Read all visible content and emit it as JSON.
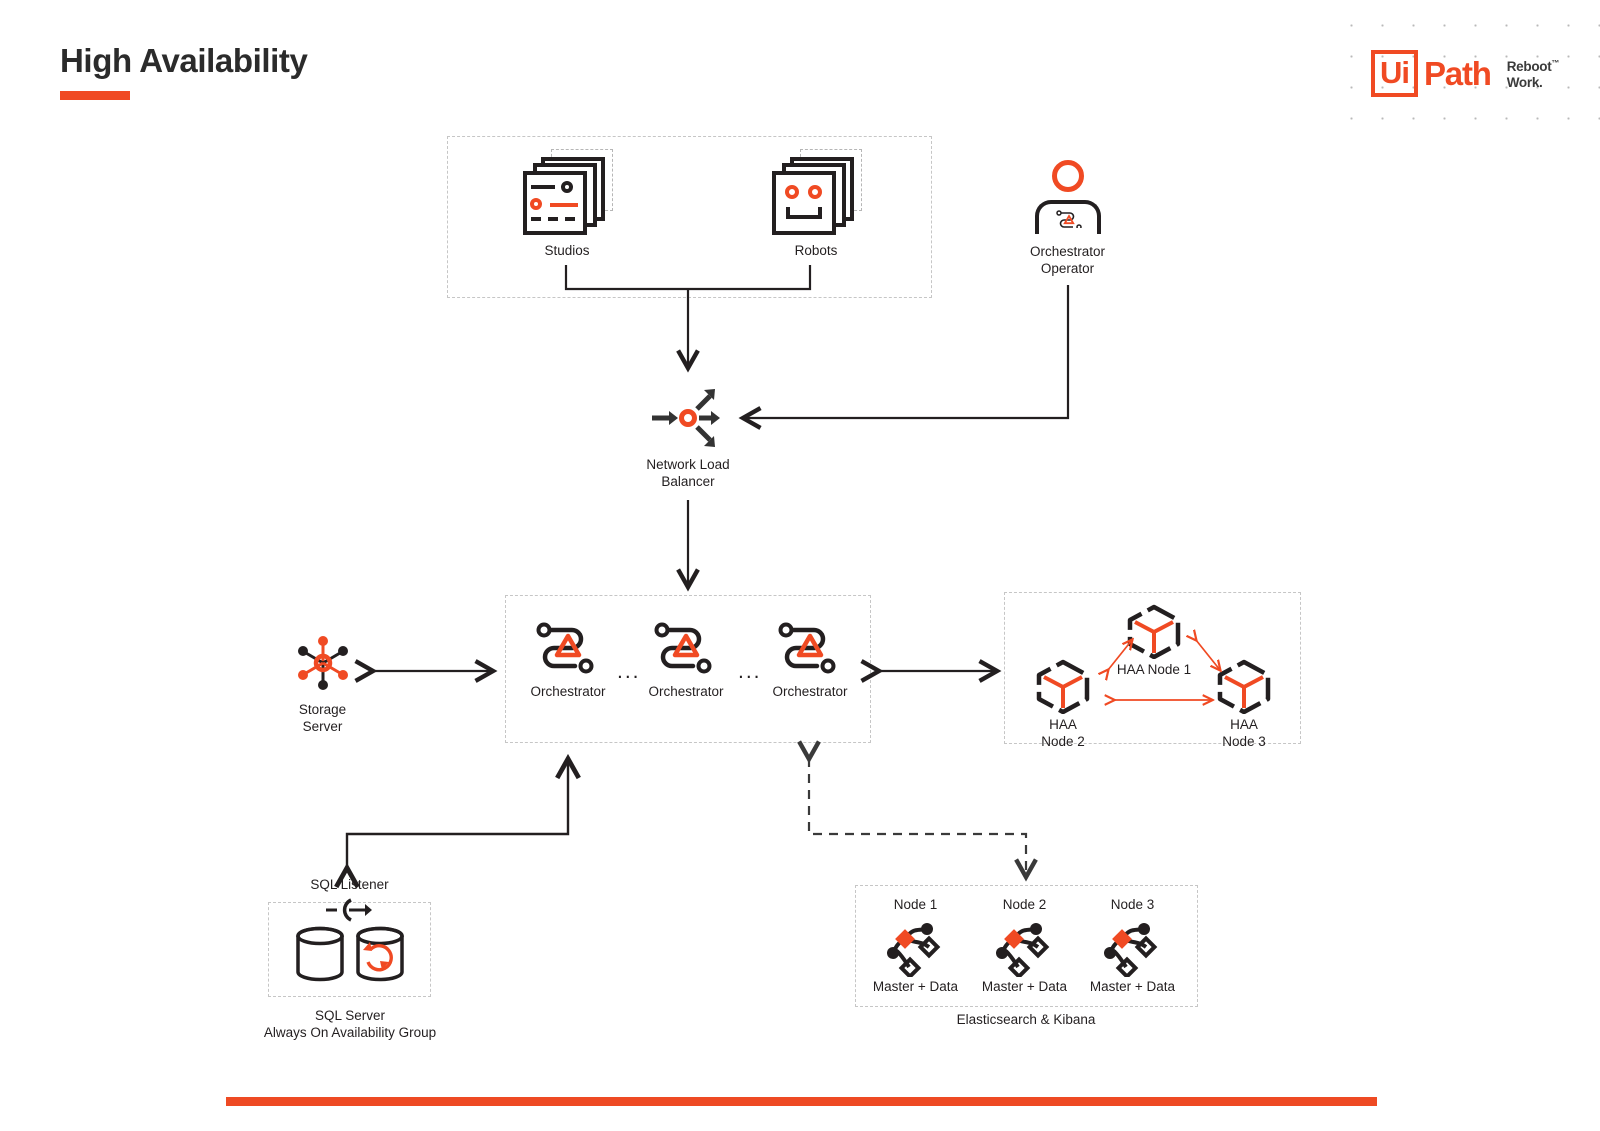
{
  "page": {
    "title": "High Availability",
    "accent_color": "#f04a23",
    "text_color": "#231f20",
    "background": "#ffffff"
  },
  "logo": {
    "mark": "Ui",
    "word": "Path",
    "tagline_line1": "Reboot",
    "tagline_line2": "Work.",
    "trademark": "™"
  },
  "diagram": {
    "type": "architecture-diagram",
    "clients_group": {
      "nodes": [
        {
          "id": "studios",
          "label": "Studios",
          "icon": "studios-stack-icon"
        },
        {
          "id": "robots",
          "label": "Robots",
          "icon": "robots-stack-icon"
        }
      ]
    },
    "operator": {
      "label_line1": "Orchestrator",
      "label_line2": "Operator",
      "icon": "orchestrator-operator-icon"
    },
    "load_balancer": {
      "label_line1": "Network Load",
      "label_line2": "Balancer",
      "icon": "network-load-balancer-icon"
    },
    "storage": {
      "label_line1": "Storage",
      "label_line2": "Server",
      "icon": "storage-server-icon"
    },
    "orchestrator_group": {
      "nodes": [
        {
          "label": "Orchestrator",
          "icon": "orchestrator-icon"
        },
        {
          "label": "Orchestrator",
          "icon": "orchestrator-icon"
        },
        {
          "label": "Orchestrator",
          "icon": "orchestrator-icon"
        }
      ],
      "separator": "..."
    },
    "haa_group": {
      "nodes": [
        {
          "id": "haa1",
          "label_line1": "HAA Node 1",
          "label_line2": "",
          "icon": "haa-cube-icon"
        },
        {
          "id": "haa2",
          "label_line1": "HAA",
          "label_line2": "Node 2",
          "icon": "haa-cube-icon"
        },
        {
          "id": "haa3",
          "label_line1": "HAA",
          "label_line2": "Node 3",
          "icon": "haa-cube-icon"
        }
      ]
    },
    "sql": {
      "listener_label": "SQL Listener",
      "listener_icon": "sql-listener-icon",
      "databases": [
        {
          "icon": "database-cylinder-icon",
          "replicating": false
        },
        {
          "icon": "database-cylinder-sync-icon",
          "replicating": true
        }
      ],
      "caption_line1": "SQL Server",
      "caption_line2": "Always On Availability Group"
    },
    "elastic": {
      "nodes": [
        {
          "title": "Node 1",
          "role": "Master + Data",
          "icon": "elastic-node-icon"
        },
        {
          "title": "Node 2",
          "role": "Master + Data",
          "icon": "elastic-node-icon"
        },
        {
          "title": "Node 3",
          "role": "Master + Data",
          "icon": "elastic-node-icon"
        }
      ],
      "caption": "Elasticsearch & Kibana"
    }
  }
}
